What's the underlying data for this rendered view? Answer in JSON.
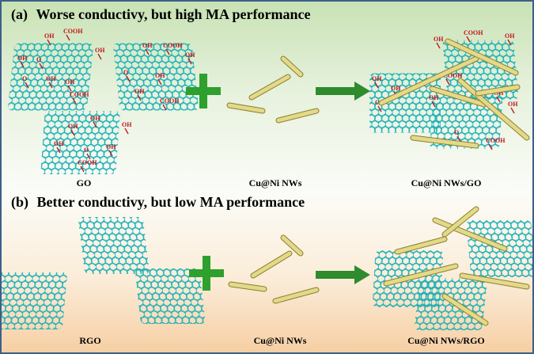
{
  "panel_a": {
    "letter": "(a)",
    "title": "Worse conductivy, but high MA performance",
    "labels": {
      "left": "GO",
      "middle": "Cu@Ni NWs",
      "right": "Cu@Ni NWs/GO"
    }
  },
  "panel_b": {
    "letter": "(b)",
    "title": "Better conductivy, but low MA performance",
    "labels": {
      "left": "RGO",
      "middle": "Cu@Ni NWs",
      "right": "Cu@Ni NWs/RGO"
    }
  },
  "functional_groups": {
    "hydroxyl": "OH",
    "carboxyl": "COOH",
    "epoxy": "O"
  },
  "colors": {
    "graphene": "#1fb2b8",
    "nanowire": "#e3d98a",
    "functional_group": "#c0121a",
    "plus": "#2ea02e",
    "arrow": "#2e8b2e",
    "border": "#3d5f8a"
  }
}
